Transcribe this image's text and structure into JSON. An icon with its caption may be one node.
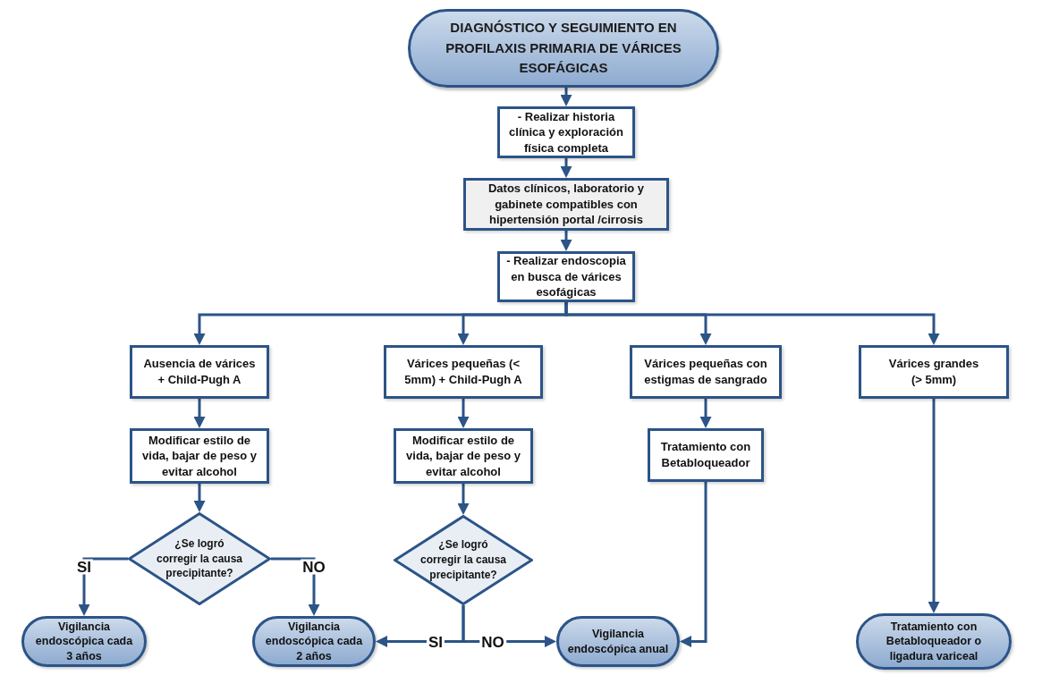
{
  "diagram": {
    "nodes": [
      {
        "text": [
          "DIAGNÓSTICO Y SEGUIMIENTO EN PROFILAXIS PRIMARIA DE VÁRICES ESOFÁGICAS"
        ]
      },
      {
        "text": [
          "- Realizar historia clínica y exploración física completa"
        ]
      },
      {
        "text": [
          "Datos clínicos, laboratorio y gabinete compatibles con hipertensión portal /cirrosis"
        ]
      },
      {
        "text": [
          "- Realizar endoscopia en busca de várices esofágicas"
        ]
      },
      {
        "text": [
          "Ausencia de várices + Child-Pugh A"
        ]
      },
      {
        "text": [
          "Várices pequeñas (< 5mm) + Child-Pugh A"
        ]
      },
      {
        "text": [
          "Várices pequeñas con estigmas de sangrado"
        ]
      },
      {
        "text": [
          "Várices grandes (> 5mm)"
        ]
      },
      {
        "text": [
          "Modificar estilo de vida, bajar de peso y evitar alcohol"
        ]
      },
      {
        "text": [
          "Modificar estilo de vida, bajar de peso y evitar alcohol"
        ]
      },
      {
        "text": [
          "Tratamiento con Betabloqueador"
        ]
      },
      {
        "text": [
          "¿Se logró corregir la causa precipitante?"
        ]
      },
      {
        "text": [
          "¿Se logró corregir la causa precipitante?"
        ]
      },
      {
        "text": [
          "Vigilancia endoscópica cada 3 años"
        ]
      },
      {
        "text": [
          "Vigilancia endoscópica cada 2 años"
        ]
      },
      {
        "text": [
          "Vigilancia endoscópica anual"
        ]
      },
      {
        "text": [
          "Tratamiento con Betabloqueador o ligadura variceal"
        ]
      }
    ],
    "edges": [
      {
        "from": 0,
        "to": 1,
        "arrow": "to"
      },
      {
        "from": 1,
        "to": 2,
        "arrow": "to"
      },
      {
        "from": 2,
        "to": 3,
        "arrow": "to"
      },
      {
        "from": 3,
        "to": 4,
        "arrow": "to"
      },
      {
        "from": 3,
        "to": 5,
        "arrow": "to"
      },
      {
        "from": 3,
        "to": 6,
        "arrow": "to"
      },
      {
        "from": 3,
        "to": 7,
        "arrow": "to"
      },
      {
        "from": 4,
        "to": 8,
        "arrow": "to"
      },
      {
        "from": 5,
        "to": 9,
        "arrow": "to"
      },
      {
        "from": 6,
        "to": 10,
        "arrow": "to"
      },
      {
        "from": 7,
        "to": 16,
        "arrow": "to"
      },
      {
        "from": 8,
        "to": 11,
        "arrow": "to"
      },
      {
        "from": 9,
        "to": 12,
        "arrow": "to"
      },
      {
        "from": 11,
        "to": 13,
        "arrow": "to",
        "label": "SI"
      },
      {
        "from": 11,
        "to": 14,
        "arrow": "to",
        "label": "NO"
      },
      {
        "from": 12,
        "to": 14,
        "arrow": "to",
        "label": "SI"
      },
      {
        "from": 12,
        "to": 15,
        "arrow": "to",
        "label": "NO"
      },
      {
        "from": 10,
        "to": 15,
        "arrow": "to"
      }
    ]
  }
}
